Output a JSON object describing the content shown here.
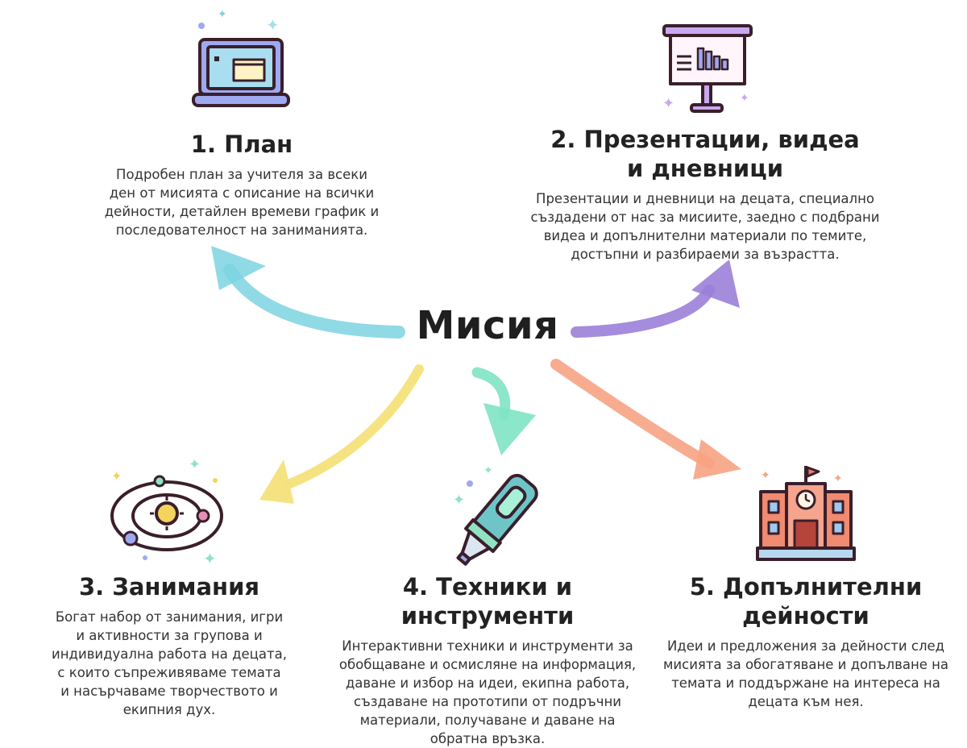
{
  "center": {
    "title": "Мисия"
  },
  "colors": {
    "cyan": "#7dd3e0",
    "purple": "#9b7fd9",
    "yellow": "#f4e27a",
    "green": "#7fe3c4",
    "orange": "#f7a383",
    "outline": "#3a1f2b"
  },
  "nodes": [
    {
      "icon": "laptop-icon",
      "title": "1. План",
      "lines": [
        "Подробен план за учителя за всеки",
        "ден от мисията с описание на всички",
        "дейности, детайлен времеви график и",
        "последователност на заниманията."
      ]
    },
    {
      "icon": "presentation-board-icon",
      "title": "2. Презентации, видеа\nи дневници",
      "lines": [
        "Презентации и дневници на децата, специално",
        "създадени от нас за мисиите, заедно с подбрани",
        "видеа и допълнителни материали по темите,",
        "достъпни и разбираеми за възрастта."
      ]
    },
    {
      "icon": "solar-system-icon",
      "title": "3. Занимания",
      "lines": [
        "Богат набор от занимания, игри",
        "и активности за групова и",
        "индивидуална работа на децата,",
        "с които съпреживяваме темата",
        "и насърчаваме творчеството и",
        "екипния дух."
      ]
    },
    {
      "icon": "marker-icon",
      "title": "4. Техники и инструменти",
      "lines": [
        "Интерактивни техники и инструменти за",
        "обобщаване и осмисляне на информация,",
        "даване и избор на идеи, екипна работа,",
        "създаване на прототипи от подръчни",
        "материали, получаване и даване на",
        "обратна връзка."
      ]
    },
    {
      "icon": "school-building-icon",
      "title": "5. Допълнителни\nдейности",
      "lines": [
        "Идеи и предложения за дейности след",
        "мисията за обогатяване и допълване на",
        "темата и поддържане на интереса на",
        "децата към нея."
      ]
    }
  ]
}
